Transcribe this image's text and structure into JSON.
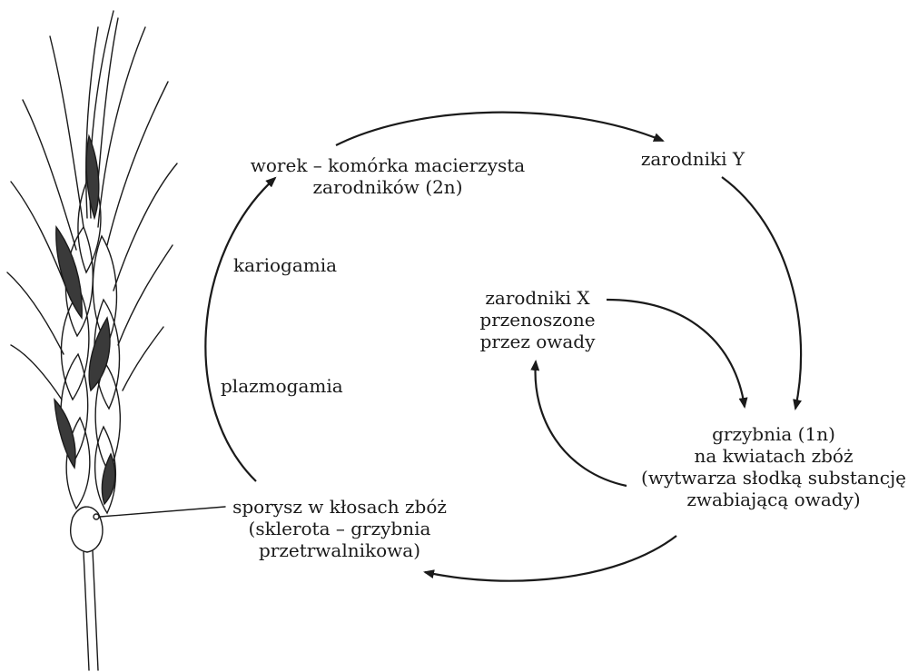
{
  "diagram": {
    "nodes": {
      "ascus": {
        "lines": [
          "worek – komórka macierzysta",
          "zarodników (2n)"
        ]
      },
      "spores_y": {
        "lines": [
          "zarodniki Y"
        ]
      },
      "spores_x": {
        "lines": [
          "zarodniki X",
          "przenoszone",
          "przez owady"
        ]
      },
      "mycelium": {
        "lines": [
          "grzybnia (1n)",
          "na kwiatach zbóż",
          "(wytwarza słodką substancję",
          "zwabiającą owady)"
        ]
      },
      "ergot": {
        "lines": [
          "sporysz w kłosach zbóż",
          "(sklerota – grzybnia",
          "przetrwalnikowa)"
        ]
      }
    },
    "stages": {
      "karyogamy": "kariogamia",
      "plasmogamy": "plazmogamia"
    },
    "edges": [
      {
        "from": "ascus",
        "to": "spores_y"
      },
      {
        "from": "spores_y",
        "to": "mycelium"
      },
      {
        "from": "spores_x",
        "to": "mycelium"
      },
      {
        "from": "mycelium",
        "to": "spores_x"
      },
      {
        "from": "mycelium",
        "to": "ergot"
      },
      {
        "from": "ergot",
        "to": "ascus"
      }
    ],
    "colors": {
      "ink": "#1a1a1a",
      "grain_dark": "#3a3a3a",
      "paper": "#ffffff"
    }
  }
}
